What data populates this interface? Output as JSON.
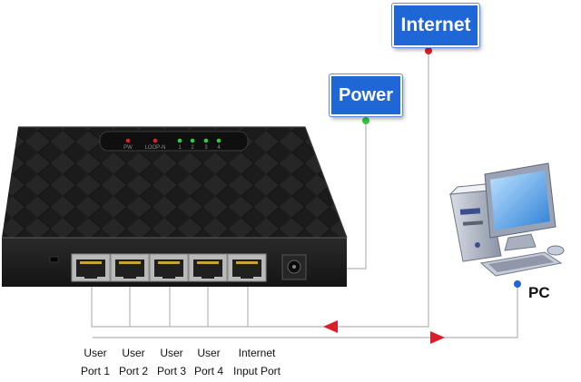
{
  "callouts": {
    "internet": "Internet",
    "power": "Power"
  },
  "pc": {
    "label": "PC"
  },
  "device": {
    "led_labels": [
      "PW",
      "LOOP-N",
      "1",
      "2",
      "3",
      "4"
    ],
    "led_colors": [
      "#e02020",
      "#e02020",
      "#2ecc40",
      "#2ecc40",
      "#2ecc40",
      "#2ecc40"
    ]
  },
  "ports": [
    {
      "line1": "User",
      "line2": "Port 1"
    },
    {
      "line1": "User",
      "line2": "Port 2"
    },
    {
      "line1": "User",
      "line2": "Port 3"
    },
    {
      "line1": "User",
      "line2": "Port 4"
    },
    {
      "line1": "Internet",
      "line2": "Input Port"
    }
  ],
  "colors": {
    "callout_bg": "#1f66d6",
    "connection_line": "#b5b5b5",
    "arrow": "#d81e2a",
    "dot_red": "#e0202a",
    "dot_green": "#2ecc40",
    "dot_blue": "#1f66d6"
  }
}
